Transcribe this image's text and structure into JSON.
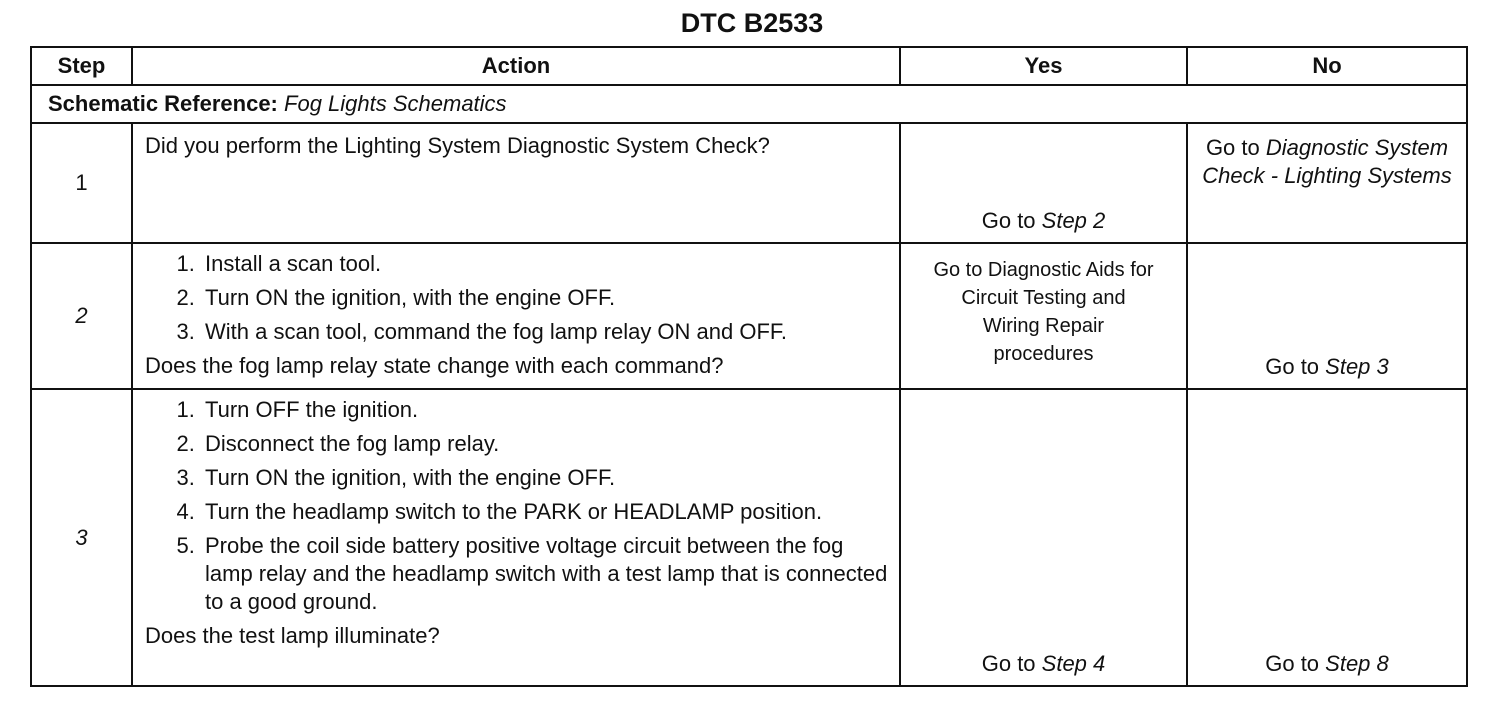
{
  "title": "DTC B2533",
  "headers": {
    "step": "Step",
    "action": "Action",
    "yes": "Yes",
    "no": "No"
  },
  "schematic": {
    "label": "Schematic Reference:",
    "ref": "Fog Lights Schematics"
  },
  "rows": [
    {
      "step": "1",
      "question": "Did you perform the Lighting System Diagnostic System Check?",
      "items": [],
      "yes": {
        "prefix": "Go to ",
        "link": "Step 2",
        "text": ""
      },
      "no": {
        "prefix": "Go to ",
        "link": "Diagnostic System Check - Lighting Systems",
        "text": ""
      }
    },
    {
      "step": "2",
      "items": [
        "Install a scan tool.",
        "Turn ON the ignition, with the engine OFF.",
        "With a scan tool, command the fog lamp relay ON and OFF."
      ],
      "question": "Does the fog lamp relay state change with each command?",
      "yes": {
        "text": "Go to Diagnostic Aids for Circuit Testing and Wiring Repair procedures"
      },
      "no": {
        "prefix": "Go to ",
        "link": "Step 3"
      }
    },
    {
      "step": "3",
      "items": [
        "Turn OFF the ignition.",
        "Disconnect the fog lamp relay.",
        "Turn ON the ignition, with the engine OFF.",
        "Turn the headlamp switch to the PARK or HEADLAMP position.",
        "Probe the coil side battery positive voltage circuit between the fog lamp relay and the headlamp switch with a test lamp that is connected to a good ground."
      ],
      "question": "Does the test lamp illuminate?",
      "yes": {
        "prefix": "Go to ",
        "link": "Step 4"
      },
      "no": {
        "prefix": "Go to ",
        "link": "Step 8"
      }
    }
  ]
}
